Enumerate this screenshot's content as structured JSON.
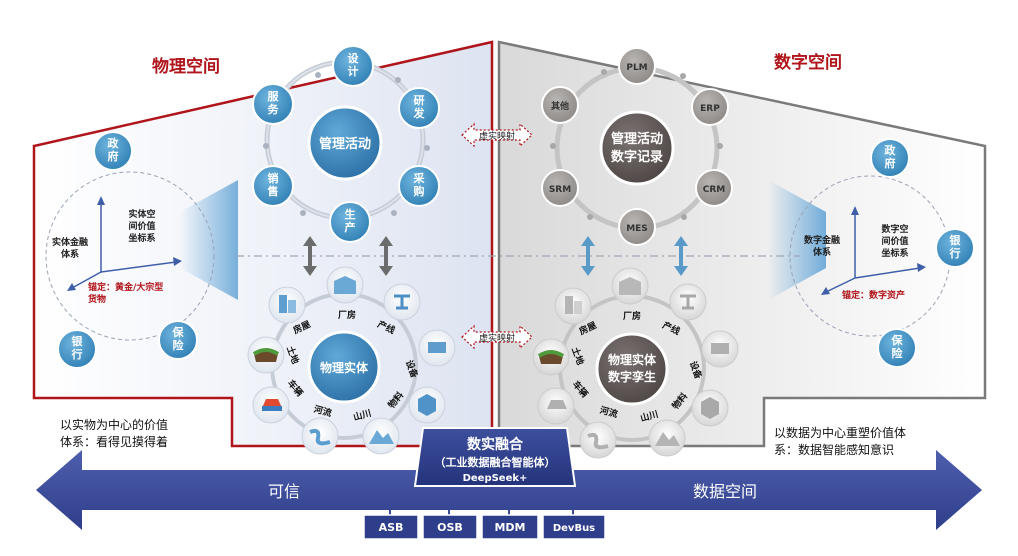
{
  "colors": {
    "phys_red": "#b0151b",
    "digital_gray": "#7a7a7a",
    "blue_node": "#3f8fc0",
    "blue_dark": "#2b5f94",
    "gray_node": "#9a9896",
    "gray_dark": "#5e5654",
    "arrow_blue": "#3a4a9a"
  },
  "left": {
    "title": "物理空间",
    "mgmt_center": "管理活动",
    "mgmt_nodes": {
      "design": "设计",
      "rnd": "研发",
      "purchase": "采购",
      "produce": "生产",
      "sales": "销售",
      "service": "服务"
    },
    "entity_center": "物理实体",
    "entity_labels": {
      "house": "房屋",
      "factory": "厂房",
      "line": "产线",
      "equipment": "设备",
      "material": "物料",
      "river": "河流",
      "mountain": "山川",
      "vehicle": "车辆",
      "land": "土地"
    },
    "finance": {
      "gov": "政府",
      "bank": "银行",
      "insure": "保险",
      "system": "实体金融体系",
      "coords": "实体空间价值坐标系",
      "anchor": "锚定：黄金/大宗型货物"
    },
    "bottom_text": "以实物为中心的价值体系：看得见摸得着"
  },
  "right": {
    "title": "数字空间",
    "mgmt_center": "管理活动数字记录",
    "mgmt_nodes": {
      "plm": "PLM",
      "erp": "ERP",
      "crm": "CRM",
      "mes": "MES",
      "srm": "SRM",
      "other": "其他"
    },
    "entity_center": "物理实体数字孪生",
    "entity_labels": {
      "house": "房屋",
      "factory": "厂房",
      "line": "产线",
      "equipment": "设备",
      "material": "物料",
      "river": "河流",
      "mountain": "山川",
      "vehicle": "车辆",
      "land": "土地"
    },
    "finance": {
      "gov": "政府",
      "bank": "银行",
      "insure": "保险",
      "system": "数字金融体系",
      "coords": "数字空间价值坐标系",
      "anchor": "锚定：数字资产"
    },
    "bottom_text": "以数据为中心重塑价值体系：数据智能感知意识"
  },
  "mapping": {
    "top": "虚实映射",
    "bottom": "虚实映射"
  },
  "axis": {
    "left": "可信",
    "right": "数据空间"
  },
  "core": {
    "title": "数实融合",
    "subtitle": "（工业数据融合智能体）",
    "engine": "DeepSeek+",
    "modules": [
      "ASB",
      "OSB",
      "MDM",
      "DevBus"
    ]
  }
}
